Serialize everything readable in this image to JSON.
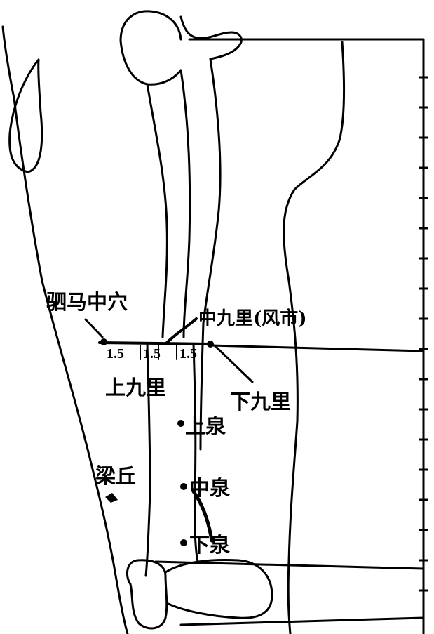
{
  "colors": {
    "ink": "#000000",
    "paper": "#ffffff"
  },
  "labels": {
    "jumazhongxue": "驷马中穴",
    "zhongjiuli": "中九里(风市)",
    "shangjiuli": "上九里",
    "xiajiuli": "下九里",
    "shangquan": "上泉",
    "zhongquan": "中泉",
    "xiaquan": "下泉",
    "liangqiu": "梁丘"
  },
  "measurements": [
    "1.5",
    "1.5",
    "1.5"
  ]
}
